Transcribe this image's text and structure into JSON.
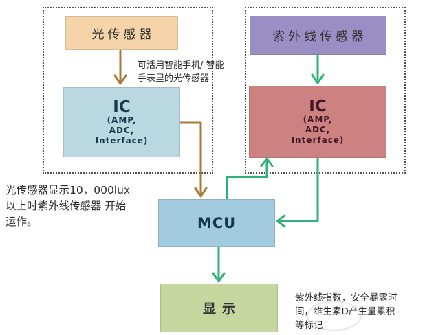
{
  "colors": {
    "light-sensor-bg": "#f4d4a8",
    "uv-sensor-bg": "#9a8fc5",
    "ic-left-bg": "#bad8e2",
    "ic-left-text": "#16394c",
    "ic-right-bg": "#cd8282",
    "ic-right-text": "#431722",
    "mcu-bg": "#a2cbe0",
    "mcu-text": "#14374d",
    "display-bg": "#c5d79e",
    "arrow-brown": "#a87a38",
    "arrow-green": "#2eb277",
    "group-border": "#4d4d4d"
  },
  "diagram": {
    "left_group": {
      "sensor_label": "光传感器",
      "ic_title": "IC",
      "ic_sub_lines": [
        "(AMP,",
        "ADC,",
        "Interface)"
      ]
    },
    "right_group": {
      "sensor_label": "紫外线传感器",
      "ic_title": "IC",
      "ic_sub_lines": [
        "(AMP,",
        "ADC,",
        "Interface)"
      ]
    },
    "mcu_label": "MCU",
    "display_label": "显示",
    "annotations": {
      "smartphone_note": [
        "可活用智能手机/ 智能",
        "手表里的光传感器"
      ],
      "lux_note": [
        "光传感器显示10，000lux",
        "以上时紫外线传感器 开始",
        "运作。"
      ],
      "display_note": [
        "紫外线指数，安全暴露时",
        "间，维生素D产生量累积",
        "等标记"
      ]
    }
  }
}
